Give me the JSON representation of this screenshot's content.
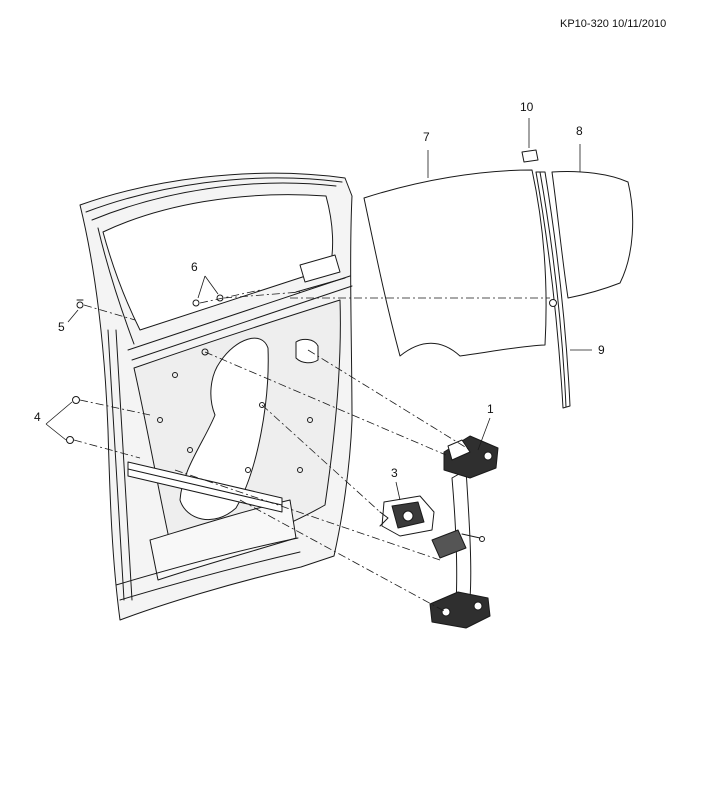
{
  "reference": "KP10-320 10/11/2010",
  "callouts": {
    "c1": "1",
    "c3": "3",
    "c4": "4",
    "c5": "5",
    "c6": "6",
    "c7": "7",
    "c8": "8",
    "c9": "9",
    "c10": "10"
  },
  "colors": {
    "line": "#1a1a1a",
    "metal": "#f2f2f2",
    "glass": "#ffffff",
    "dark_part": "#2a2a2a"
  }
}
